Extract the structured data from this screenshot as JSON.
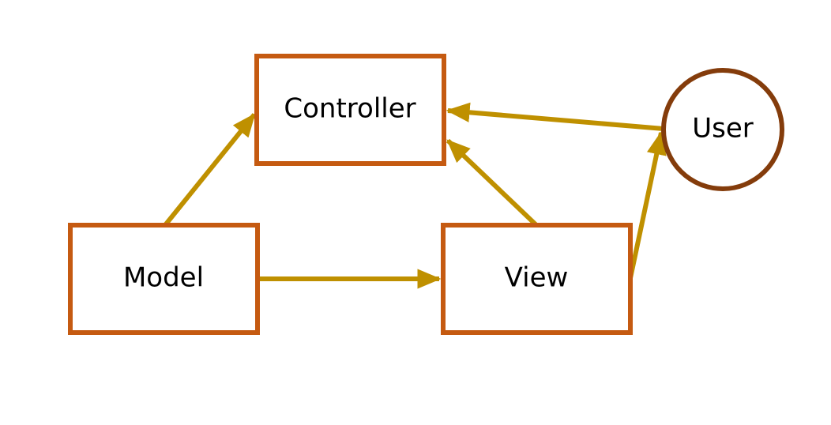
{
  "diagram": {
    "nodes": {
      "controller": {
        "label": "Controller"
      },
      "model": {
        "label": "Model"
      },
      "view": {
        "label": "View"
      },
      "user": {
        "label": "User"
      }
    },
    "edges": [
      {
        "from": "Model",
        "to": "Controller"
      },
      {
        "from": "Model",
        "to": "View"
      },
      {
        "from": "View",
        "to": "Controller"
      },
      {
        "from": "User",
        "to": "Controller"
      },
      {
        "from": "View",
        "to": "User"
      }
    ]
  },
  "colors": {
    "box_border": "#c55a11",
    "circle_border": "#843c0b",
    "arrow": "#bf9000",
    "text": "#000000",
    "background": "#ffffff"
  }
}
